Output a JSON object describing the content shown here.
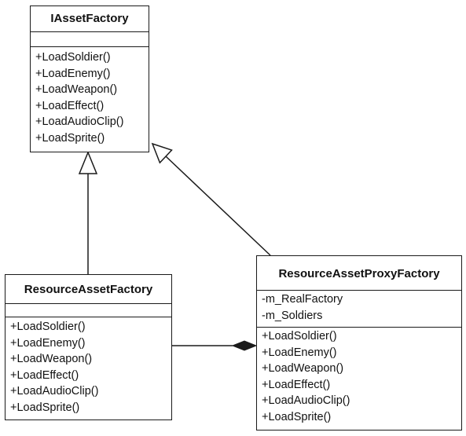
{
  "classes": {
    "iasset": {
      "name": "IAssetFactory",
      "attributes": [],
      "methods": [
        "+LoadSoldier()",
        "+LoadEnemy()",
        "+LoadWeapon()",
        "+LoadEffect()",
        "+LoadAudioClip()",
        "+LoadSprite()"
      ]
    },
    "resource": {
      "name": "ResourceAssetFactory",
      "attributes": [],
      "methods": [
        "+LoadSoldier()",
        "+LoadEnemy()",
        "+LoadWeapon()",
        "+LoadEffect()",
        "+LoadAudioClip()",
        "+LoadSprite()"
      ]
    },
    "proxy": {
      "name": "ResourceAssetProxyFactory",
      "attributes": [
        "-m_RealFactory",
        "-m_Soldiers"
      ],
      "methods": [
        "+LoadSoldier()",
        "+LoadEnemy()",
        "+LoadWeapon()",
        "+LoadEffect()",
        "+LoadAudioClip()",
        "+LoadSprite()"
      ]
    }
  },
  "relations": [
    {
      "from": "resource",
      "to": "iasset",
      "type": "generalization"
    },
    {
      "from": "proxy",
      "to": "iasset",
      "type": "generalization"
    },
    {
      "from": "proxy",
      "to": "resource",
      "type": "composition"
    }
  ],
  "colors": {
    "line": "#1a1a1a",
    "background": "#ffffff"
  }
}
